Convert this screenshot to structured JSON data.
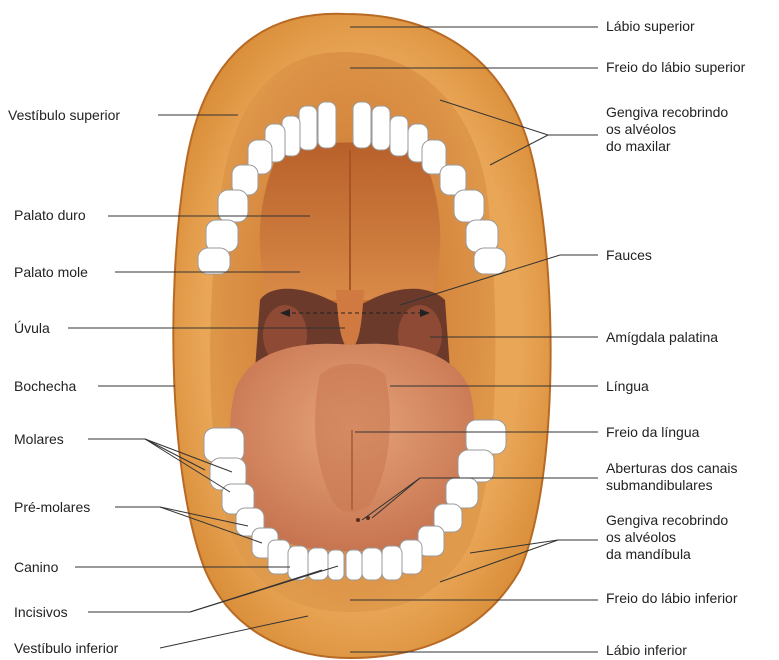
{
  "labels_left": {
    "vestibulo_superior": "Vestíbulo superior",
    "palato_duro": "Palato duro",
    "palato_mole": "Palato mole",
    "uvula": "Úvula",
    "bochecha": "Bochecha",
    "molares": "Molares",
    "pre_molares": "Pré-molares",
    "canino": "Canino",
    "incisivos": "Incisivos",
    "vestibulo_inferior": "Vestíbulo inferior"
  },
  "labels_right": {
    "labio_superior": "Lábio superior",
    "freio_labio_superior": "Freio do lábio superior",
    "gengiva_maxilar": [
      "Gengiva recobrindo",
      "os alvéolos",
      "do maxilar"
    ],
    "fauces": "Fauces",
    "amigdala_palatina": "Amígdala palatina",
    "lingua": "Língua",
    "freio_lingua": "Freio da língua",
    "aberturas_canais": [
      "Aberturas dos canais",
      "submandibulares"
    ],
    "gengiva_mandibula": [
      "Gengiva recobrindo",
      "os alvéolos",
      "da mandíbula"
    ],
    "freio_labio_inferior": "Freio do lábio inferior",
    "labio_inferior": "Lábio inferior"
  },
  "colors": {
    "lip": "#e8a050",
    "lip_edge": "#b86a25",
    "cheek": "#d98a3e",
    "palate": "#c9743a",
    "throat": "#6b3a2a",
    "tongue": "#d98a5a",
    "teeth": "#ffffff",
    "leader": "#333333"
  }
}
